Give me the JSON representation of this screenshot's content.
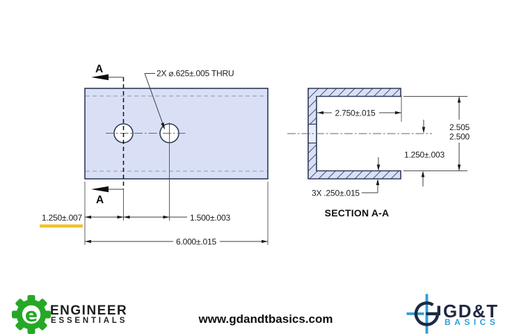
{
  "drawing": {
    "hole_callout": "2X ⌀.625±.005 THRU",
    "section_label_top": "A",
    "section_label_bottom": "A",
    "dim_edge_to_first_hole": "1.250±.007",
    "dim_hole_spacing": "1.500±.003",
    "dim_overall_length": "6.000±.015",
    "dim_channel_depth": "2.750±.015",
    "dim_inner_height_max": "2.505",
    "dim_inner_height_min": "2.500",
    "dim_centerline_to_bottom": "1.250±.003",
    "dim_wall_thickness": "3X .250±.015",
    "section_title": "SECTION A-A"
  },
  "footer": {
    "engineer_essentials_line1": "ENGINEER",
    "engineer_essentials_line2": "ESSENTIALS",
    "engineer_essentials_monogram": "e",
    "website": "www.gdandtbasics.com",
    "gdt_line1": "GD&T",
    "gdt_line2": "BASICS"
  },
  "colors": {
    "part_fill": "#D9E0F6",
    "part_edge": "#2E3A58",
    "hatch": "#44537A",
    "highlight_underline": "#EFC230",
    "logo_green": "#26A826",
    "logo_navy": "#1E2A44",
    "logo_blue": "#2E9FD8"
  }
}
